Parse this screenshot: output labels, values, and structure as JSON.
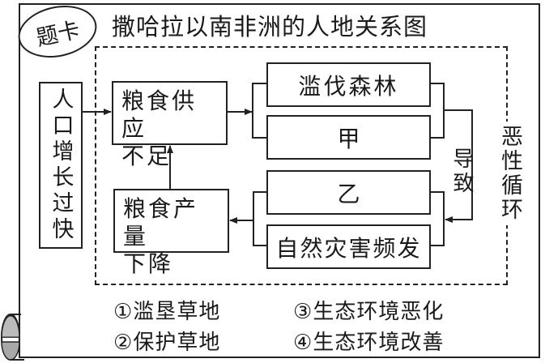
{
  "badge": "题卡",
  "title": "撒哈拉以南非洲的人地关系图",
  "boxes": {
    "population": "人口增长过快",
    "food_shortage_line1": "粮食供应",
    "food_shortage_line2": "不足",
    "food_decline_line1": "粮食产量",
    "food_decline_line2": "下降",
    "deforestation": "滥伐森林",
    "jia": "甲",
    "yi": "乙",
    "disasters": "自然灾害频发"
  },
  "labels": {
    "lead_to": "导致",
    "vicious_cycle": "恶性循环"
  },
  "options": [
    {
      "marker": "①",
      "text": "滥垦草地"
    },
    {
      "marker": "③",
      "text": "生态环境恶化"
    },
    {
      "marker": "②",
      "text": "保护草地"
    },
    {
      "marker": "④",
      "text": "生态环境改善"
    }
  ],
  "colors": {
    "ink": "#222222",
    "scroll_shade": "#a8a8a8"
  }
}
